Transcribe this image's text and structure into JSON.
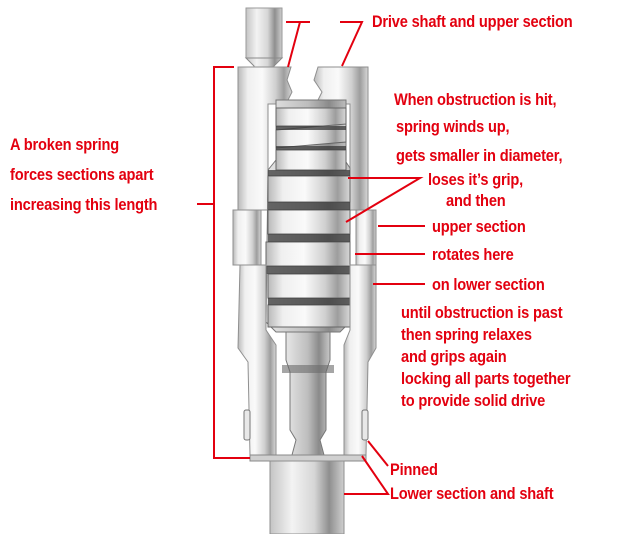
{
  "diagram": {
    "subject": "Spring clutch drive coupling (cutaway)",
    "accent_color": "#e3000f",
    "labels": {
      "drive_shaft": "Drive shaft and upper section",
      "broken_spring": [
        "A broken spring",
        "forces sections apart",
        "increasing this length"
      ],
      "obstruction_sequence": [
        "When obstruction is hit,",
        "spring winds up,",
        "gets smaller in diameter,",
        "loses it’s grip,",
        "and then",
        "upper section",
        "rotates here",
        "on lower section"
      ],
      "relax_sequence": [
        "until obstruction is past",
        "then spring relaxes",
        "and grips again",
        "locking all parts together",
        "to provide solid drive"
      ],
      "pinned": "Pinned",
      "lower_section": "Lower section and shaft"
    }
  }
}
